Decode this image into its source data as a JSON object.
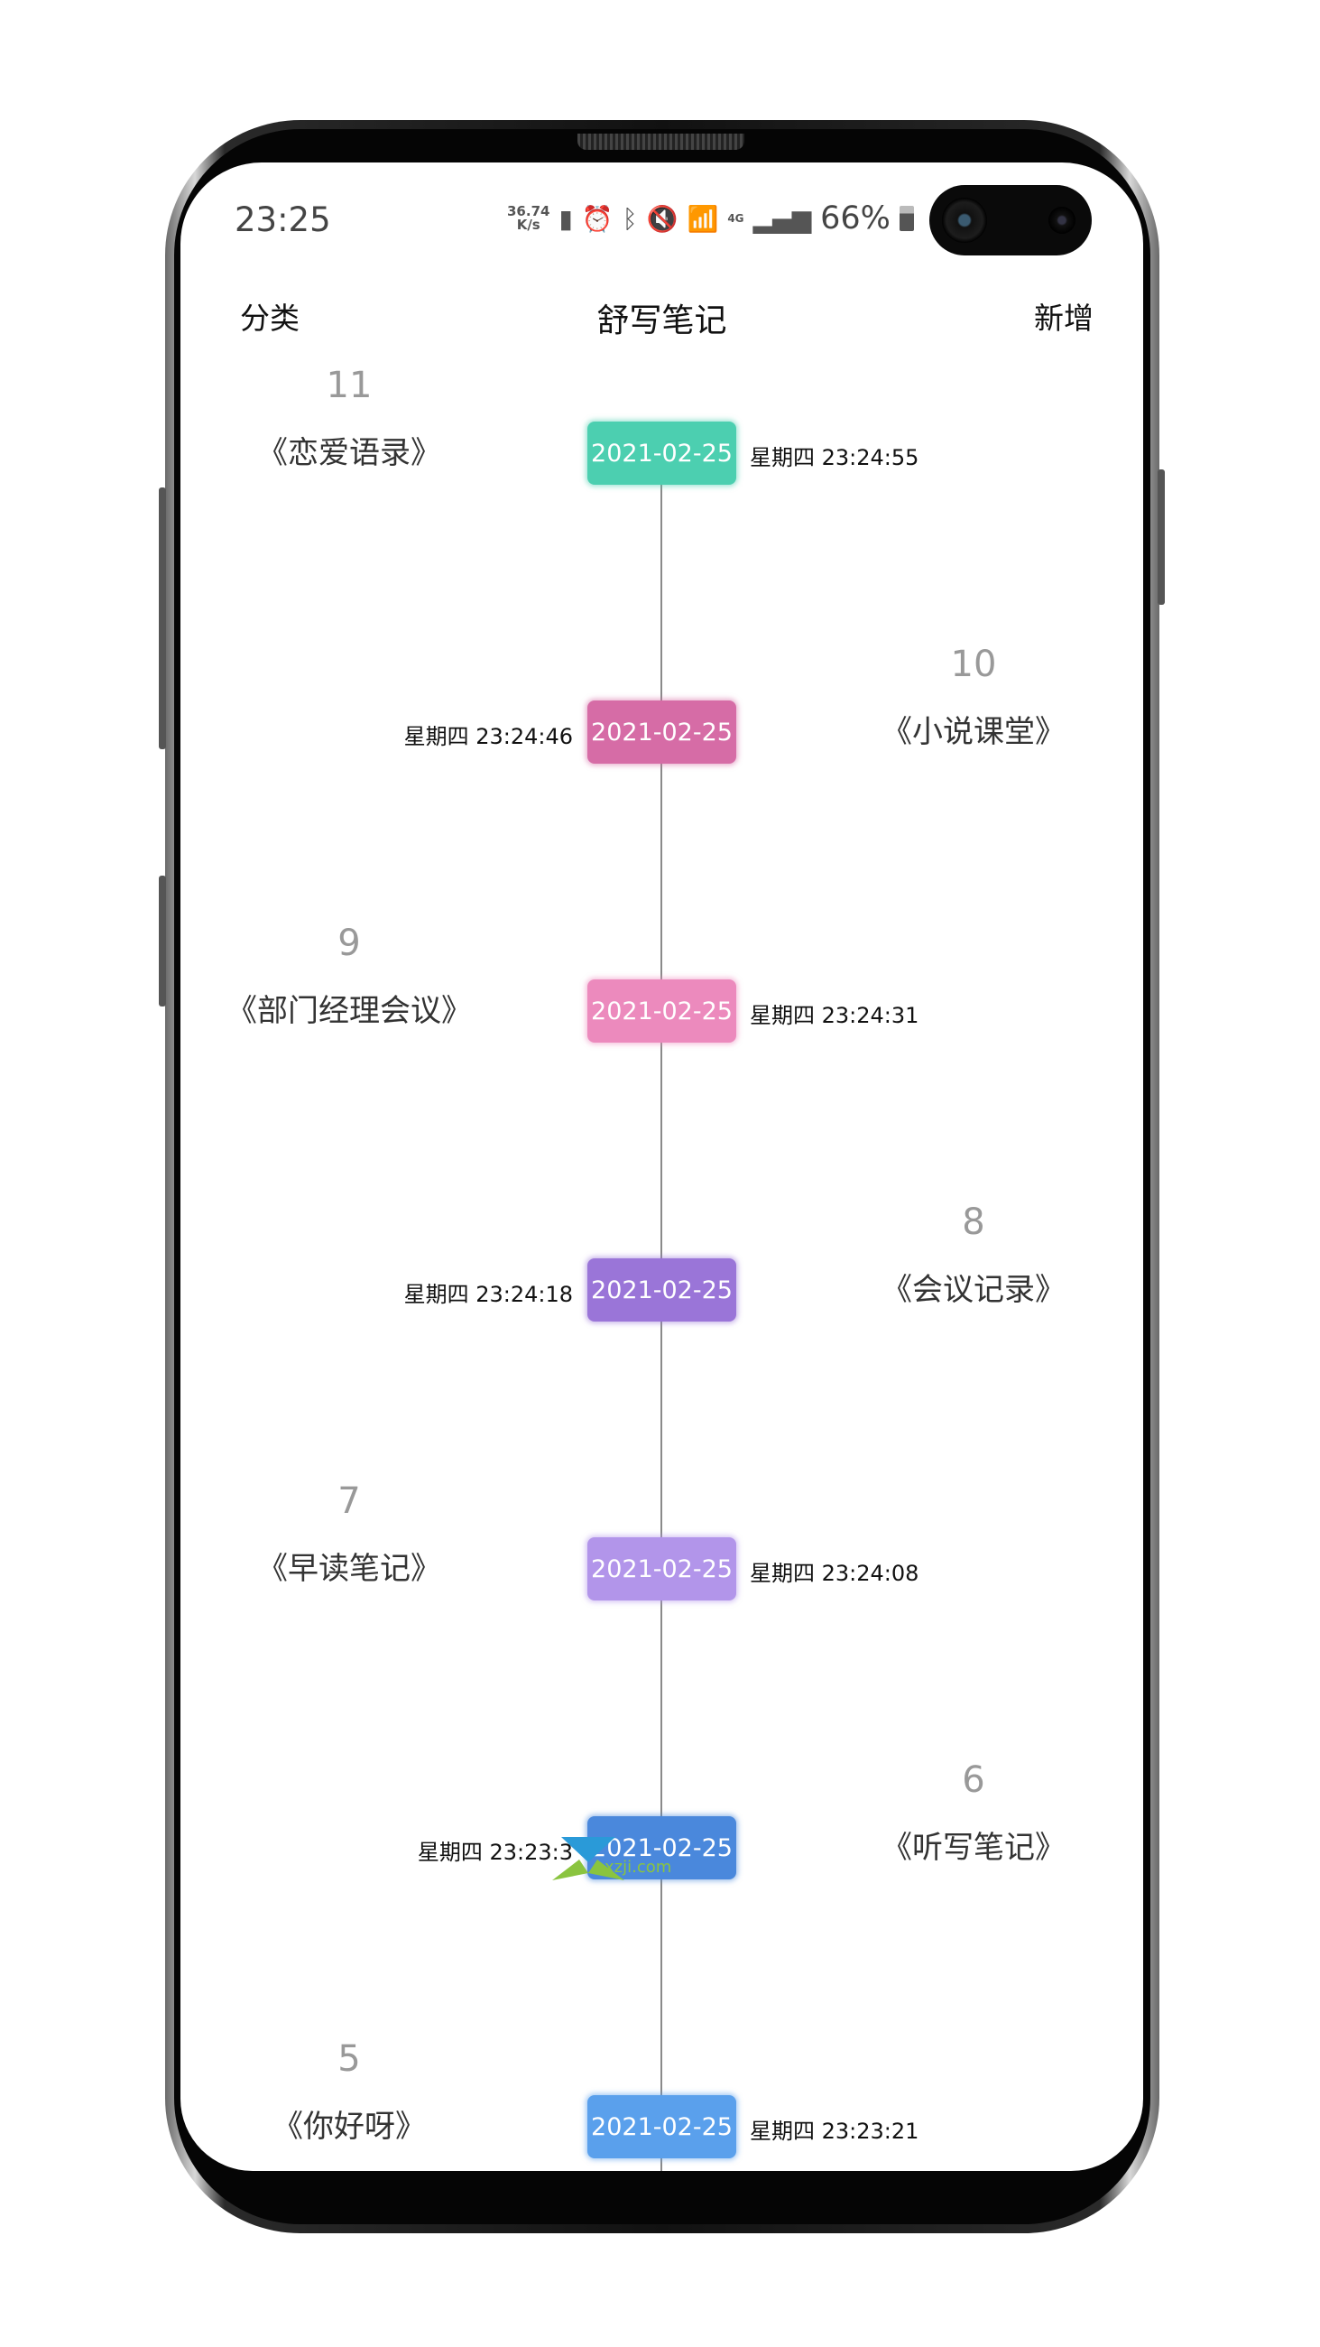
{
  "status_bar": {
    "time": "23:25",
    "speed_value": "36.74",
    "speed_unit": "K/s",
    "network": "4G",
    "battery": "66%"
  },
  "header": {
    "left_label": "分类",
    "title": "舒写笔记",
    "right_label": "新增"
  },
  "watermark": {
    "text": "xzji.com"
  },
  "entries": [
    {
      "number": "11",
      "title": "《恋爱语录》",
      "date": "2021-02-25",
      "time": "星期四 23:24:55",
      "side": "left",
      "color": "#4ccfb0"
    },
    {
      "number": "10",
      "title": "《小说课堂》",
      "date": "2021-02-25",
      "time": "星期四 23:24:46",
      "side": "right",
      "color": "#d66ca6"
    },
    {
      "number": "9",
      "title": "《部门经理会议》",
      "date": "2021-02-25",
      "time": "星期四 23:24:31",
      "side": "left",
      "color": "#ec8abd"
    },
    {
      "number": "8",
      "title": "《会议记录》",
      "date": "2021-02-25",
      "time": "星期四 23:24:18",
      "side": "right",
      "color": "#9a75d8"
    },
    {
      "number": "7",
      "title": "《早读笔记》",
      "date": "2021-02-25",
      "time": "星期四 23:24:08",
      "side": "left",
      "color": "#b295ea"
    },
    {
      "number": "6",
      "title": "《听写笔记》",
      "date": "2021-02-25",
      "time": "星期四 23:23:3",
      "side": "right",
      "color": "#4a88dc"
    },
    {
      "number": "5",
      "title": "《你好呀》",
      "date": "2021-02-25",
      "time": "星期四 23:23:21",
      "side": "left",
      "color": "#5aa0ec"
    }
  ]
}
